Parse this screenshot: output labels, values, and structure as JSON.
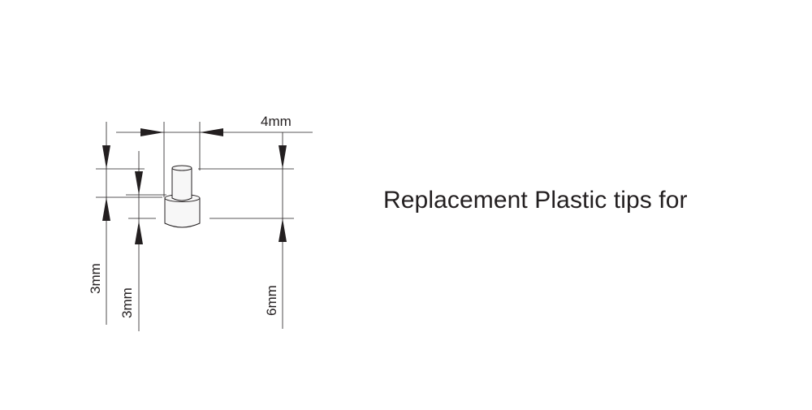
{
  "heading": "Replacement Plastic tips for",
  "dimensions": {
    "top_width": "4mm",
    "left_outer_height": "3mm",
    "left_inner_height": "3mm",
    "right_height": "6mm"
  },
  "colors": {
    "line": "#231f20",
    "part_fill": "#f7f7f7",
    "text": "#231f20"
  }
}
